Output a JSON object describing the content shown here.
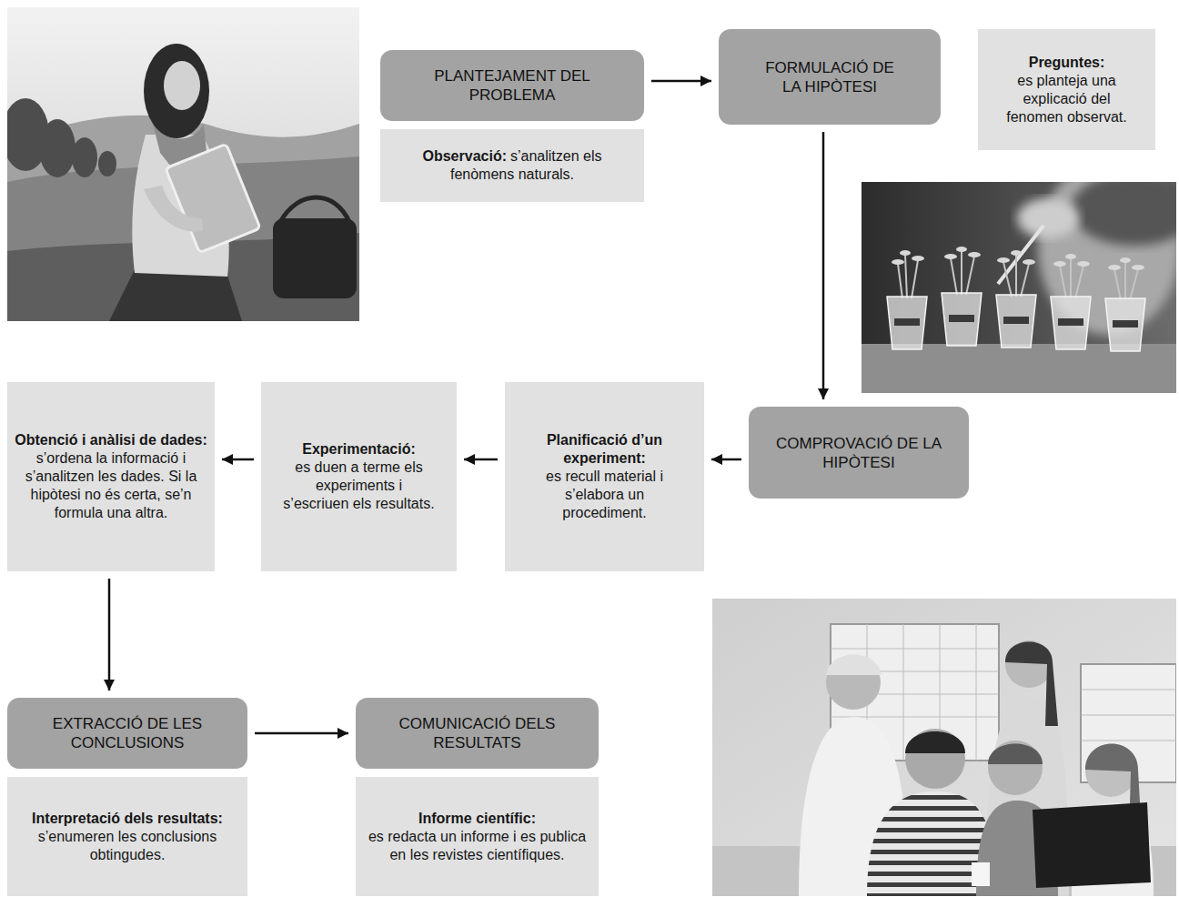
{
  "diagram": {
    "nodes": [
      {
        "text": [
          "PLANTEJAMENT DEL PROBLEMA"
        ]
      },
      {
        "text": [
          "Observació:",
          "s’analitzen els fenòmens naturals."
        ]
      },
      {
        "text": [
          "FORMULACIÓ DE LA HIPÒTESI"
        ]
      },
      {
        "text": [
          "Preguntes:",
          "es planteja una explicació del fenomen observat."
        ]
      },
      {
        "text": [
          "COMPROVACIÓ DE LA HIPÒTESI"
        ]
      },
      {
        "text": [
          "Planificació d’un experiment:",
          "es recull material i s’elabora un procediment."
        ]
      },
      {
        "text": [
          "Experimentació:",
          "es duen a terme els experiments i s’escriuen els resultats."
        ]
      },
      {
        "text": [
          "Obtenció i anàlisi de dades:",
          "s’ordena la informació i s’analitzen les dades. Si la hipòtesi no és certa, se’n formula una altra."
        ]
      },
      {
        "text": [
          "EXTRACCIÓ DE LES CONCLUSIONS"
        ]
      },
      {
        "text": [
          "Interpretació dels resultats:",
          "s’enumeren les conclusions obtingudes."
        ]
      },
      {
        "text": [
          "COMUNICACIÓ DELS RESULTATS"
        ]
      },
      {
        "text": [
          "Informe científic:",
          "es redacta un informe i es publica en les revistes científiques."
        ]
      }
    ],
    "edges": [
      {
        "from": 0,
        "to": 2,
        "arrow": "to"
      },
      {
        "from": 2,
        "to": 4,
        "arrow": "to"
      },
      {
        "from": 4,
        "to": 5,
        "arrow": "to"
      },
      {
        "from": 5,
        "to": 6,
        "arrow": "to"
      },
      {
        "from": 6,
        "to": 7,
        "arrow": "to"
      },
      {
        "from": 7,
        "to": 8,
        "arrow": "to"
      },
      {
        "from": 8,
        "to": 10,
        "arrow": "to"
      }
    ]
  }
}
